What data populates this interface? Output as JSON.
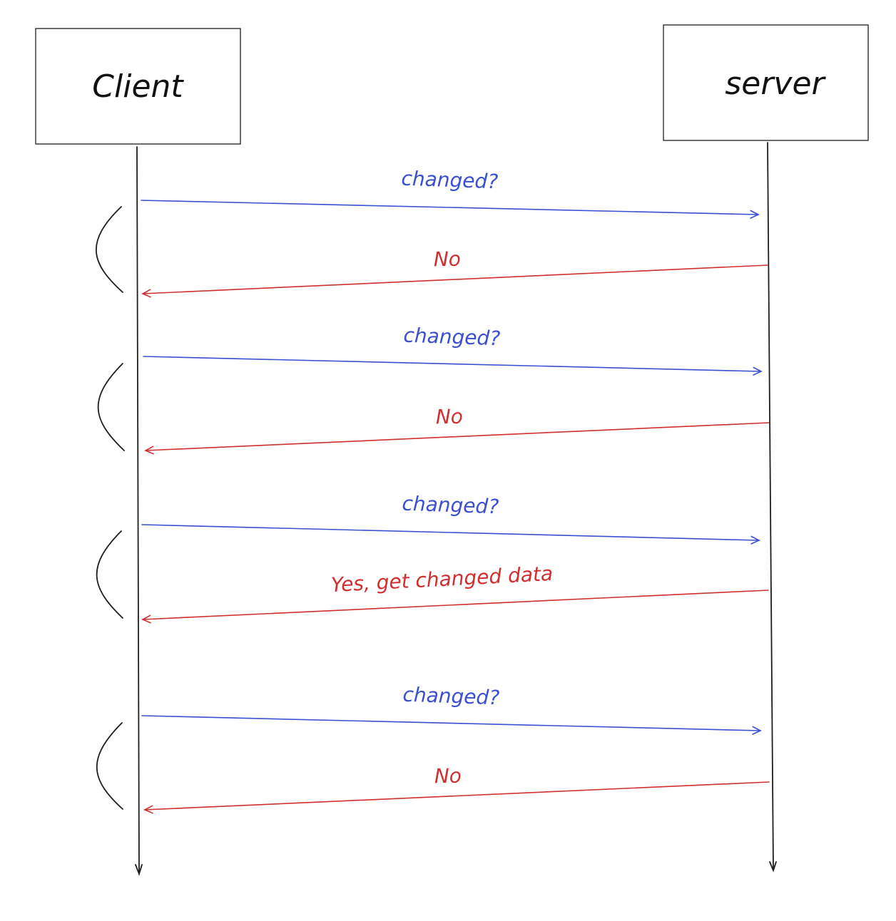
{
  "actors": {
    "client": {
      "label": "Client"
    },
    "server": {
      "label": "server"
    }
  },
  "colors": {
    "request": "#3b4fd1",
    "response": "#d12f2f",
    "ink": "#1e1e1e"
  },
  "messages": [
    {
      "label": "changed?",
      "direction": "client-to-server",
      "kind": "request"
    },
    {
      "label": "No",
      "direction": "server-to-client",
      "kind": "response"
    },
    {
      "label": "changed?",
      "direction": "client-to-server",
      "kind": "request"
    },
    {
      "label": "No",
      "direction": "server-to-client",
      "kind": "response"
    },
    {
      "label": "changed?",
      "direction": "client-to-server",
      "kind": "request"
    },
    {
      "label": "Yes, get changed data",
      "direction": "server-to-client",
      "kind": "response"
    },
    {
      "label": "changed?",
      "direction": "client-to-server",
      "kind": "request"
    },
    {
      "label": "No",
      "direction": "server-to-client",
      "kind": "response"
    }
  ]
}
